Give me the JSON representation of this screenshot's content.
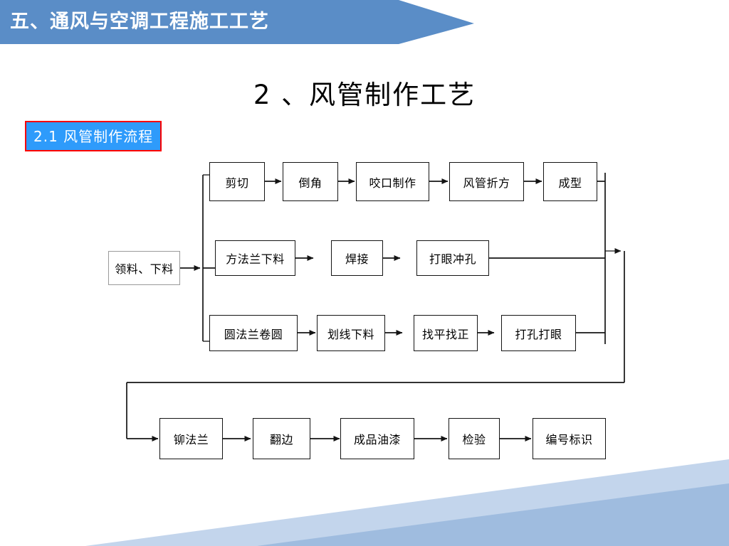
{
  "header": {
    "title": "五、通风与空调工程施工工艺",
    "banner_color": "#5a8dc7"
  },
  "slide": {
    "title": "2 、风管制作工艺",
    "section_badge": "2.1  风管制作流程",
    "badge_fill": "#2e9bfb",
    "badge_border": "#ff0000"
  },
  "flowchart": {
    "start_node": "领料、下料",
    "row1": [
      "剪切",
      "倒角",
      "咬口制作",
      "风管折方",
      "成型"
    ],
    "row2": [
      "方法兰下料",
      "焊接",
      "打眼冲孔"
    ],
    "row3": [
      "圆法兰卷圆",
      "划线下料",
      "找平找正",
      "打孔打眼"
    ],
    "row4": [
      "铆法兰",
      "翻边",
      "成品油漆",
      "检验",
      "编号标识"
    ],
    "line_color": "#141414"
  },
  "decoration": {
    "band_light": "#c3d5ec",
    "band_main": "#9fbcdf"
  }
}
